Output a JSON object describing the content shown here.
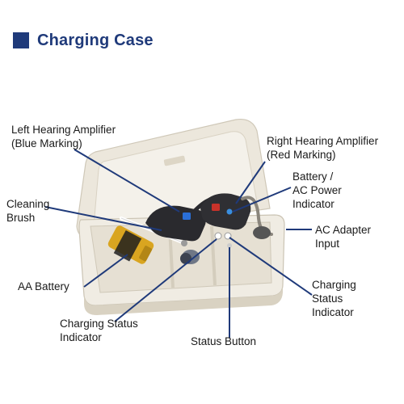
{
  "header": {
    "title": "Charging Case",
    "accent_color": "#1f3a7a"
  },
  "labels": {
    "left_amp": [
      "Left Hearing Amplifier",
      "(Blue Marking)"
    ],
    "right_amp": [
      "Right Hearing Amplifier",
      "(Red Marking)"
    ],
    "battery_indicator": [
      "Battery /",
      "AC Power",
      "Indicator"
    ],
    "cleaning_brush": [
      "Cleaning",
      "Brush"
    ],
    "ac_adapter": [
      "AC Adapter",
      "Input"
    ],
    "aa_battery": [
      "AA Battery"
    ],
    "charging_status_right": [
      "Charging",
      "Status",
      "Indicator"
    ],
    "charging_status_left": [
      "Charging Status",
      "Indicator"
    ],
    "status_button": [
      "Status Button"
    ]
  },
  "colors": {
    "leader_line": "#1f3a7a",
    "case_body": "#efebe2",
    "amp_body": "#2a2a2e",
    "left_marking": "#2a6fd6",
    "right_marking": "#c8322a",
    "battery": "#d9a520"
  }
}
